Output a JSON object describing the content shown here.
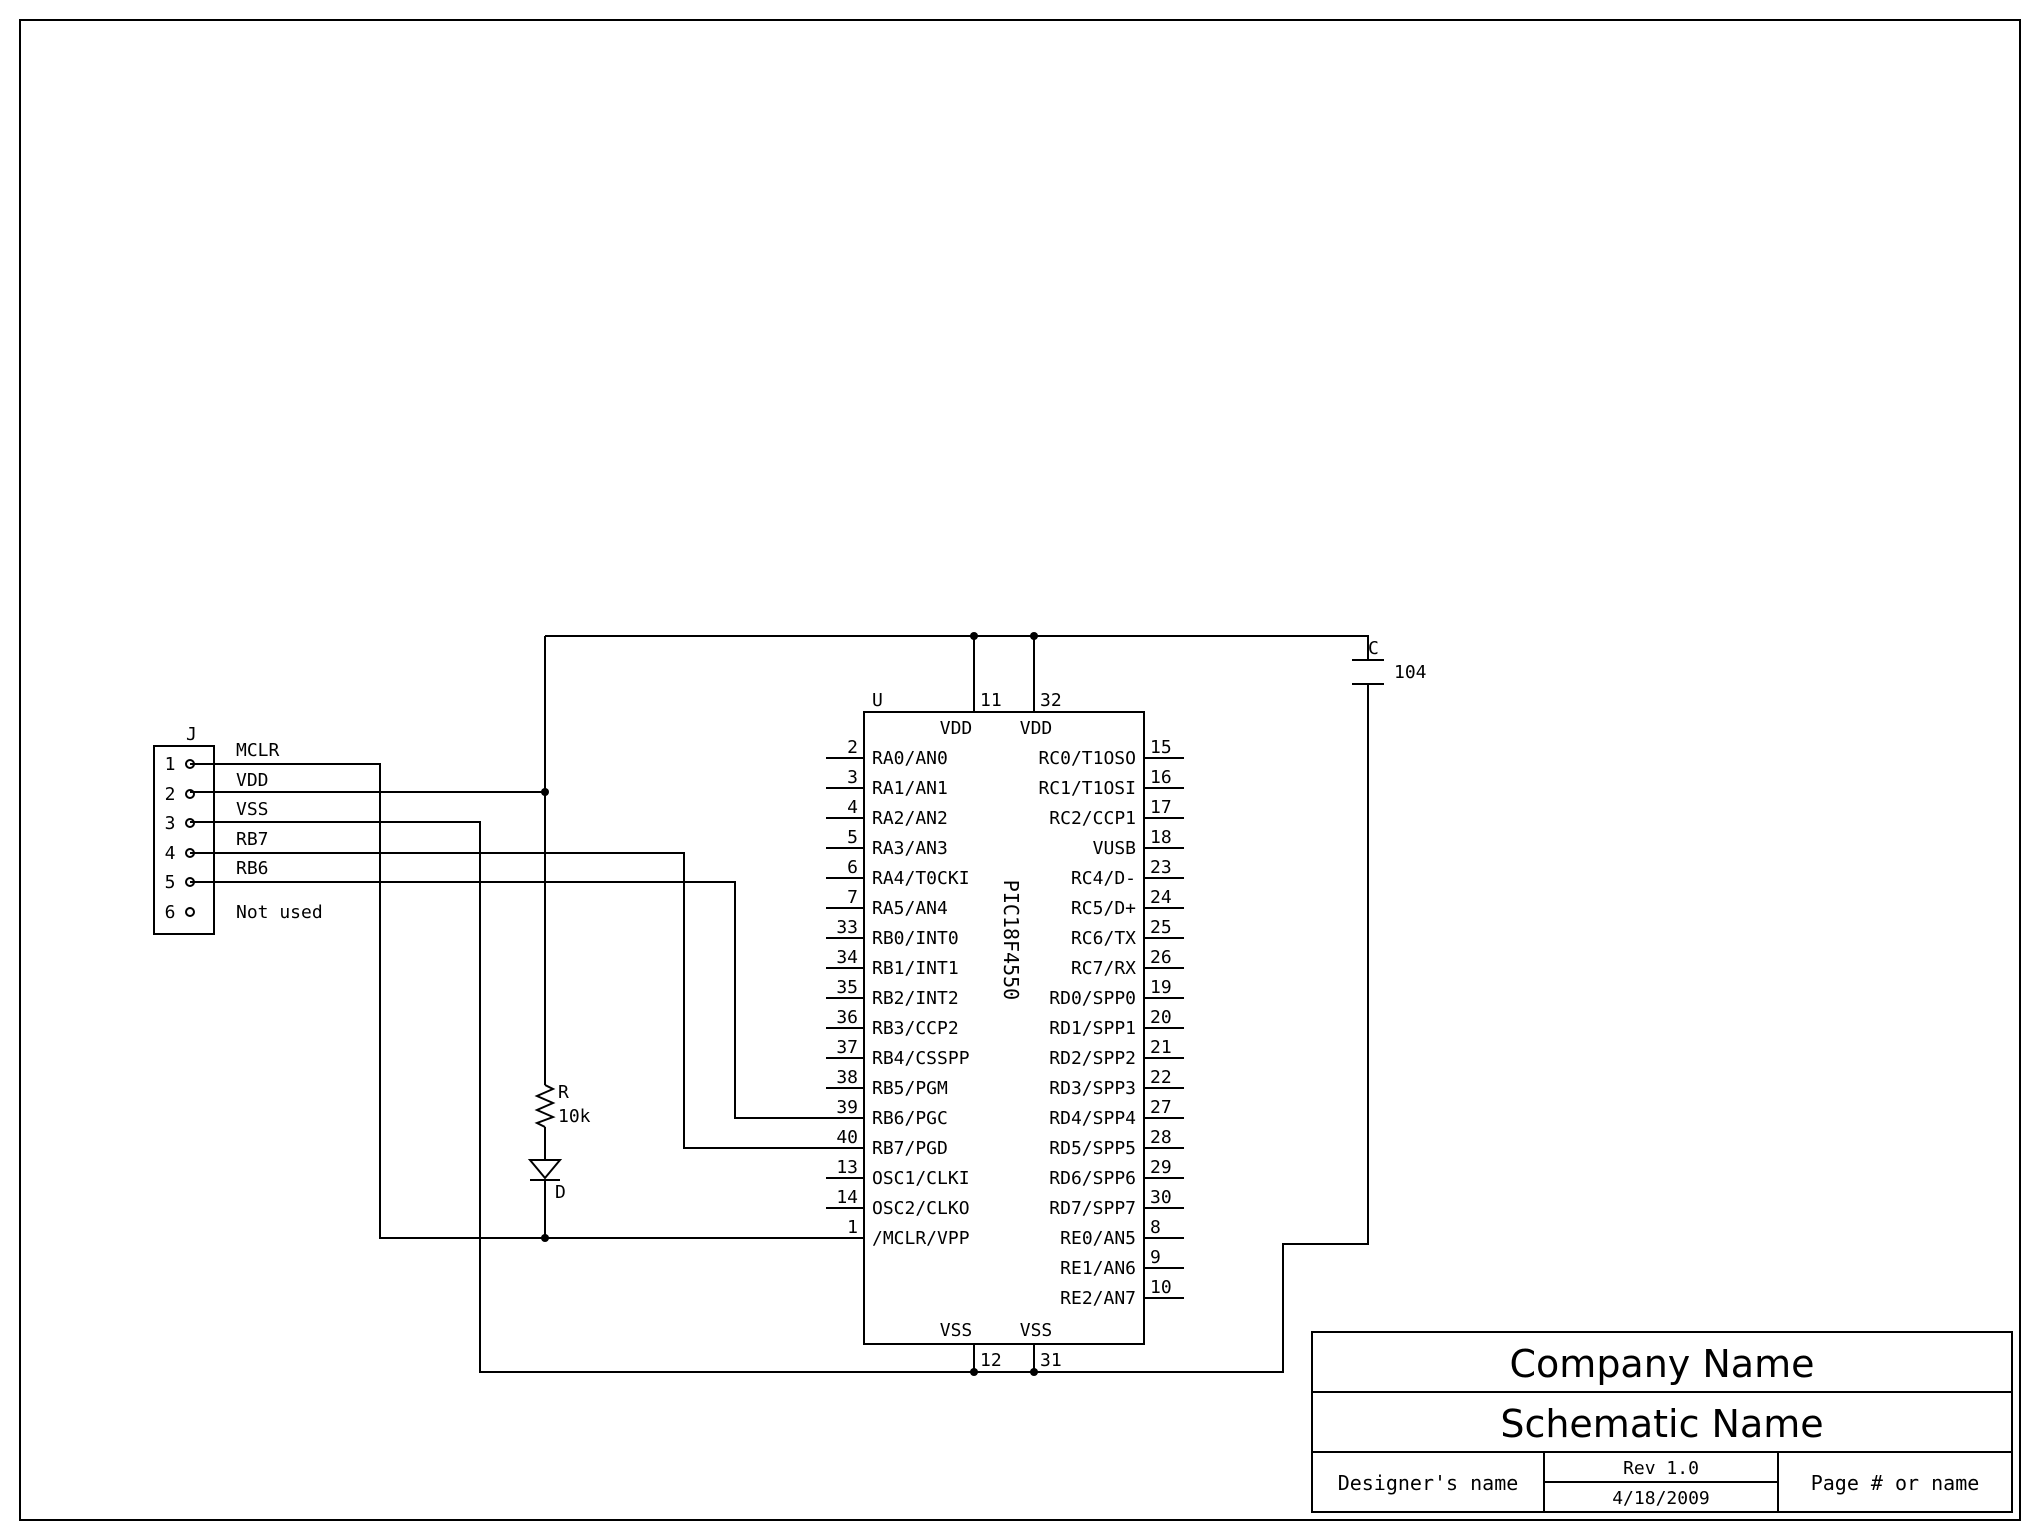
{
  "connector": {
    "ref": "J",
    "pins": [
      {
        "num": "1",
        "label": "MCLR"
      },
      {
        "num": "2",
        "label": "VDD"
      },
      {
        "num": "3",
        "label": "VSS"
      },
      {
        "num": "4",
        "label": "RB7"
      },
      {
        "num": "5",
        "label": "RB6"
      },
      {
        "num": "6",
        "label": "Not used"
      }
    ]
  },
  "ic": {
    "ref": "U",
    "part": "PIC18F4550",
    "top_pins": [
      {
        "num": "11",
        "label": "VDD"
      },
      {
        "num": "32",
        "label": "VDD"
      }
    ],
    "bottom_pins": [
      {
        "num": "12",
        "label": "VSS"
      },
      {
        "num": "31",
        "label": "VSS"
      }
    ],
    "left_pins": [
      {
        "num": "2",
        "label": "RA0/AN0"
      },
      {
        "num": "3",
        "label": "RA1/AN1"
      },
      {
        "num": "4",
        "label": "RA2/AN2"
      },
      {
        "num": "5",
        "label": "RA3/AN3"
      },
      {
        "num": "6",
        "label": "RA4/T0CKI"
      },
      {
        "num": "7",
        "label": "RA5/AN4"
      },
      {
        "num": "33",
        "label": "RB0/INT0"
      },
      {
        "num": "34",
        "label": "RB1/INT1"
      },
      {
        "num": "35",
        "label": "RB2/INT2"
      },
      {
        "num": "36",
        "label": "RB3/CCP2"
      },
      {
        "num": "37",
        "label": "RB4/CSSPP"
      },
      {
        "num": "38",
        "label": "RB5/PGM"
      },
      {
        "num": "39",
        "label": "RB6/PGC"
      },
      {
        "num": "40",
        "label": "RB7/PGD"
      },
      {
        "num": "13",
        "label": "OSC1/CLKI"
      },
      {
        "num": "14",
        "label": "OSC2/CLKO"
      },
      {
        "num": "1",
        "label": "/MCLR/VPP"
      }
    ],
    "right_pins": [
      {
        "num": "15",
        "label": "RC0/T1OSO"
      },
      {
        "num": "16",
        "label": "RC1/T1OSI"
      },
      {
        "num": "17",
        "label": "RC2/CCP1"
      },
      {
        "num": "18",
        "label": "VUSB"
      },
      {
        "num": "23",
        "label": "RC4/D-"
      },
      {
        "num": "24",
        "label": "RC5/D+"
      },
      {
        "num": "25",
        "label": "RC6/TX"
      },
      {
        "num": "26",
        "label": "RC7/RX"
      },
      {
        "num": "19",
        "label": "RD0/SPP0"
      },
      {
        "num": "20",
        "label": "RD1/SPP1"
      },
      {
        "num": "21",
        "label": "RD2/SPP2"
      },
      {
        "num": "22",
        "label": "RD3/SPP3"
      },
      {
        "num": "27",
        "label": "RD4/SPP4"
      },
      {
        "num": "28",
        "label": "RD5/SPP5"
      },
      {
        "num": "29",
        "label": "RD6/SPP6"
      },
      {
        "num": "30",
        "label": "RD7/SPP7"
      },
      {
        "num": "8",
        "label": "RE0/AN5"
      },
      {
        "num": "9",
        "label": "RE1/AN6"
      },
      {
        "num": "10",
        "label": "RE2/AN7"
      }
    ]
  },
  "resistor": {
    "ref": "R",
    "value": "10k"
  },
  "diode": {
    "ref": "D"
  },
  "capacitor": {
    "ref": "C",
    "value": "104"
  },
  "title_block": {
    "company": "Company Name",
    "schematic": "Schematic Name",
    "designer": "Designer's name",
    "rev": "Rev 1.0",
    "date": "4/18/2009",
    "page": "Page # or name"
  }
}
